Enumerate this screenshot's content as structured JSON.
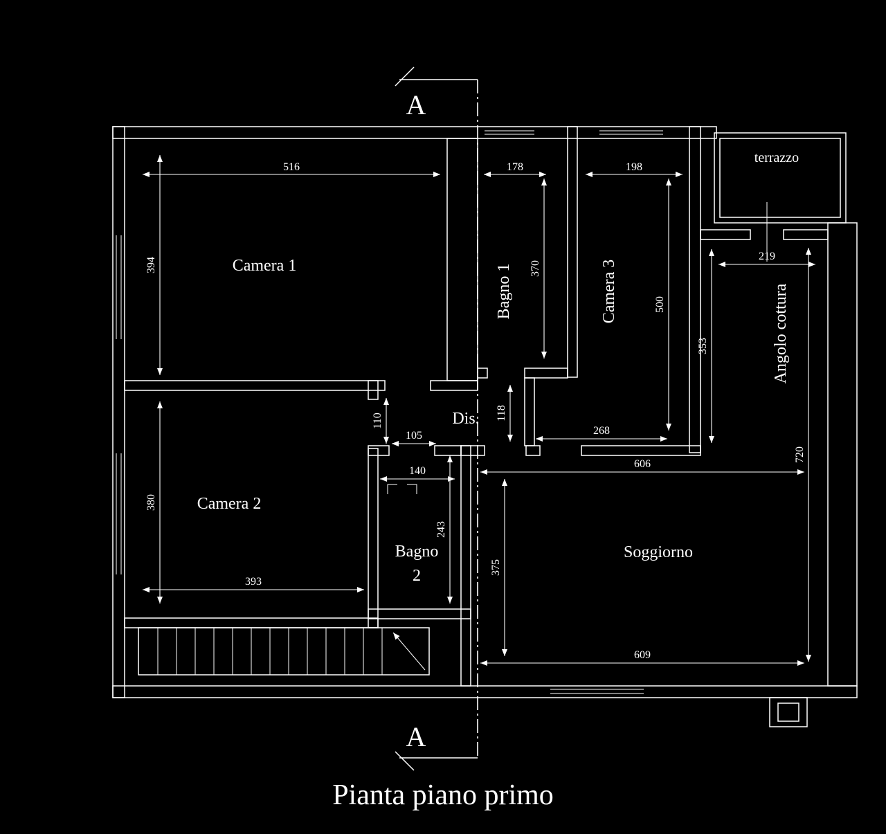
{
  "colors": {
    "background": "#000000",
    "lines": "#ffffff"
  },
  "title": "Pianta piano primo",
  "section": {
    "top": "A",
    "bottom": "A"
  },
  "rooms": {
    "camera1": "Camera 1",
    "camera2": "Camera 2",
    "camera3": "Camera 3",
    "bagno1": "Bagno 1",
    "bagno2_line1": "Bagno",
    "bagno2_line2": "2",
    "dis": "Dis.",
    "soggiorno": "Soggiorno",
    "angolo_cottura": "Angolo cottura",
    "terrazzo": "terrazzo"
  },
  "dims": {
    "d516": "516",
    "d394": "394",
    "d178": "178",
    "d370": "370",
    "d198": "198",
    "d500": "500",
    "d219": "219",
    "d353": "353",
    "d720": "720",
    "d110": "110",
    "d105": "105",
    "d140": "140",
    "d118": "118",
    "d243": "243",
    "d268": "268",
    "d606": "606",
    "d375": "375",
    "d609": "609",
    "d380": "380",
    "d393": "393"
  }
}
